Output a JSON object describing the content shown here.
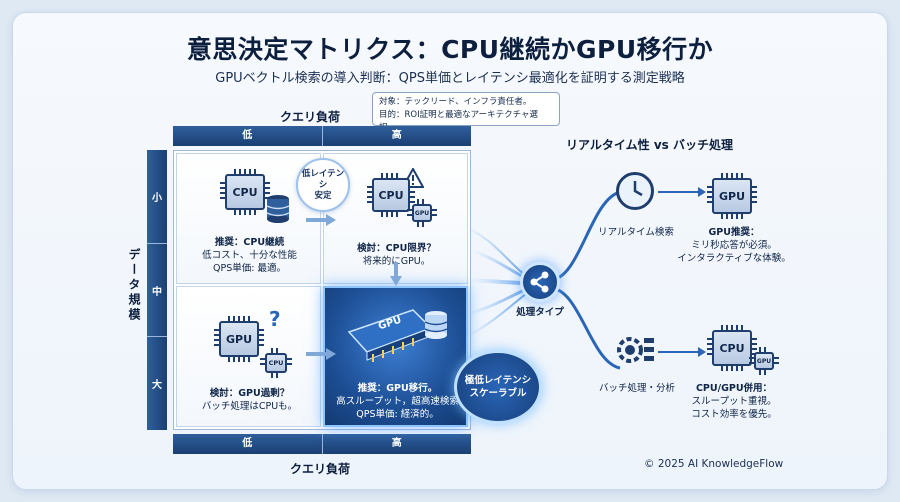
{
  "title": "意思決定マトリクス：CPU継続かGPU移行か",
  "subtitle": "GPUベクトル検索の導入判断：QPS単価とレイテンシ最適化を証明する測定戦略",
  "target": {
    "audience": "対象：テックリード、インフラ責任者。",
    "purpose": "目的：ROI証明と最適なアーキテクチャ選択。"
  },
  "query_axis": {
    "title": "クエリ負荷",
    "low": "低",
    "high": "高"
  },
  "data_axis": {
    "title": "データ規模",
    "small": "小",
    "medium": "中",
    "large": "大"
  },
  "cells": {
    "top_left": {
      "line1": "推奨：CPU継続",
      "line2": "低コスト、十分な性能",
      "line3": "QPS単価: 最適。",
      "chip": "CPU"
    },
    "top_right": {
      "line1": "検討：CPU限界？",
      "line2": "将来的にGPU。",
      "chip": "CPU",
      "chip_small": "GPU"
    },
    "bottom_left": {
      "line1": "検討：GPU過剰？",
      "line2": "バッチ処理はCPUも。",
      "chip": "GPU",
      "chip_small": "CPU"
    },
    "bottom_right": {
      "line1": "推奨：GPU移行。",
      "line2": "高スループット，超高速検索",
      "line3": "QPS単価: 経済的。",
      "chip": "GPU"
    }
  },
  "badges": {
    "low_latency": "低レイテンシ\n安定",
    "ultra_low_latency": "極低レイテンシ\nスケーラブル"
  },
  "right_panel": {
    "title": "リアルタイム性 vs バッチ処理",
    "hub_label": "処理タイプ",
    "realtime_label": "リアルタイム検索",
    "realtime_chip": "GPU",
    "realtime_line1": "GPU推奨：",
    "realtime_line2": "ミリ秒応答が必須。",
    "realtime_line3": "インタラクティブな体験。",
    "batch_label": "バッチ処理・分析",
    "batch_chip": "CPU",
    "batch_chip_small": "GPU",
    "batch_line1": "CPU/GPU併用：",
    "batch_line2": "スループット重視。",
    "batch_line3": "コスト効率を優先。"
  },
  "copyright": "© 2025 AI KnowledgeFlow",
  "colors": {
    "navy": "#1a3f73",
    "accent_blue": "#2a66b8",
    "glow": "#8fc3ff"
  }
}
